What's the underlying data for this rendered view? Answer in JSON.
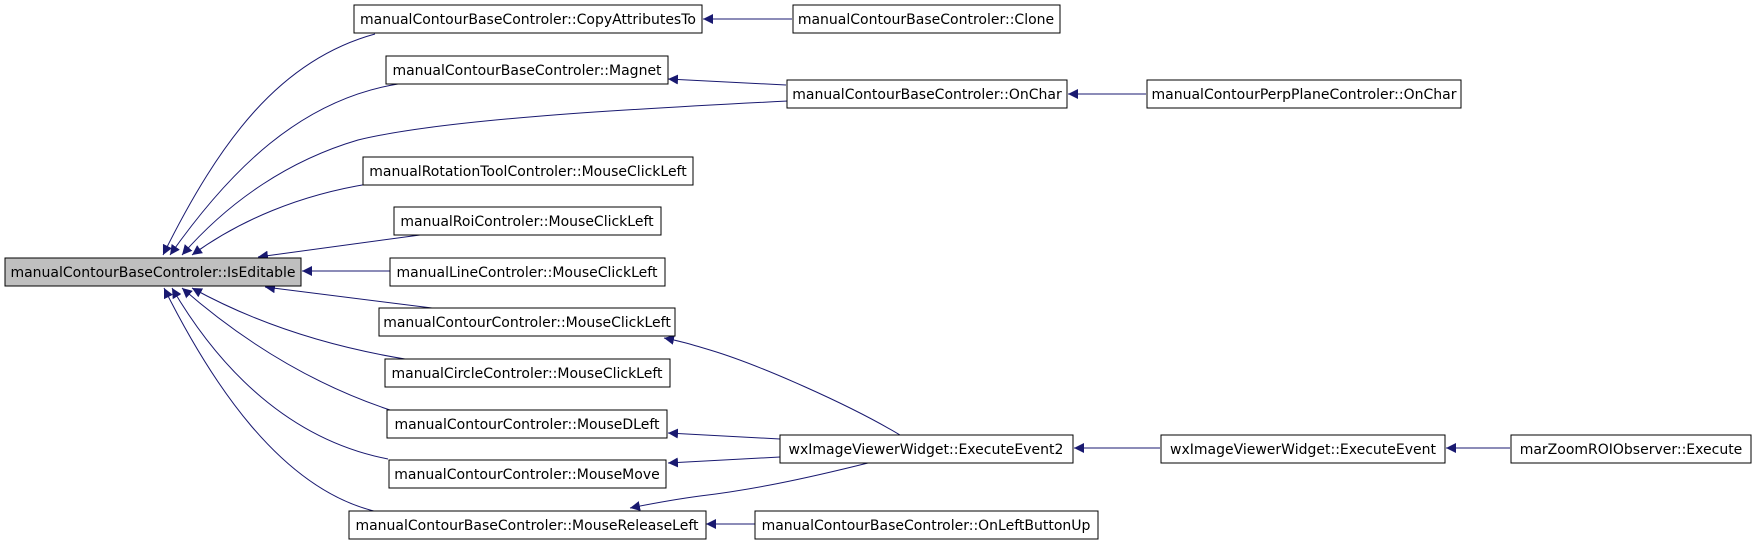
{
  "diagram": {
    "colors": {
      "edge": "#191970",
      "node_border": "#000000",
      "root_fill": "#bfbfbf",
      "node_fill": "#ffffff"
    },
    "nodes": [
      {
        "id": "n0",
        "label": "manualContourBaseControler::IsEditable",
        "root": true
      },
      {
        "id": "n1",
        "label": "manualContourBaseControler::CopyAttributesTo"
      },
      {
        "id": "n2",
        "label": "manualContourBaseControler::Clone"
      },
      {
        "id": "n3",
        "label": "manualContourBaseControler::Magnet"
      },
      {
        "id": "n4",
        "label": "manualContourBaseControler::OnChar"
      },
      {
        "id": "n5",
        "label": "manualContourPerpPlaneControler::OnChar"
      },
      {
        "id": "n6",
        "label": "manualRotationToolControler::MouseClickLeft"
      },
      {
        "id": "n7",
        "label": "manualRoiControler::MouseClickLeft"
      },
      {
        "id": "n8",
        "label": "manualLineControler::MouseClickLeft"
      },
      {
        "id": "n9",
        "label": "manualContourControler::MouseClickLeft"
      },
      {
        "id": "n10",
        "label": "manualCircleControler::MouseClickLeft"
      },
      {
        "id": "n11",
        "label": "manualContourControler::MouseDLeft"
      },
      {
        "id": "n12",
        "label": "wxImageViewerWidget::ExecuteEvent2"
      },
      {
        "id": "n13",
        "label": "wxImageViewerWidget::ExecuteEvent"
      },
      {
        "id": "n14",
        "label": "marZoomROIObserver::Execute"
      },
      {
        "id": "n15",
        "label": "manualContourControler::MouseMove"
      },
      {
        "id": "n16",
        "label": "manualContourBaseControler::MouseReleaseLeft"
      },
      {
        "id": "n17",
        "label": "manualContourBaseControler::OnLeftButtonUp"
      }
    ],
    "edges": [
      {
        "from": "n1",
        "to": "n0"
      },
      {
        "from": "n3",
        "to": "n0"
      },
      {
        "from": "n4",
        "to": "n0"
      },
      {
        "from": "n6",
        "to": "n0"
      },
      {
        "from": "n7",
        "to": "n0"
      },
      {
        "from": "n8",
        "to": "n0"
      },
      {
        "from": "n9",
        "to": "n0"
      },
      {
        "from": "n10",
        "to": "n0"
      },
      {
        "from": "n11",
        "to": "n0"
      },
      {
        "from": "n15",
        "to": "n0"
      },
      {
        "from": "n16",
        "to": "n0"
      },
      {
        "from": "n2",
        "to": "n1"
      },
      {
        "from": "n4",
        "to": "n3"
      },
      {
        "from": "n5",
        "to": "n4"
      },
      {
        "from": "n12",
        "to": "n9"
      },
      {
        "from": "n12",
        "to": "n11"
      },
      {
        "from": "n12",
        "to": "n15"
      },
      {
        "from": "n12",
        "to": "n16"
      },
      {
        "from": "n13",
        "to": "n12"
      },
      {
        "from": "n14",
        "to": "n13"
      },
      {
        "from": "n17",
        "to": "n16"
      }
    ]
  }
}
